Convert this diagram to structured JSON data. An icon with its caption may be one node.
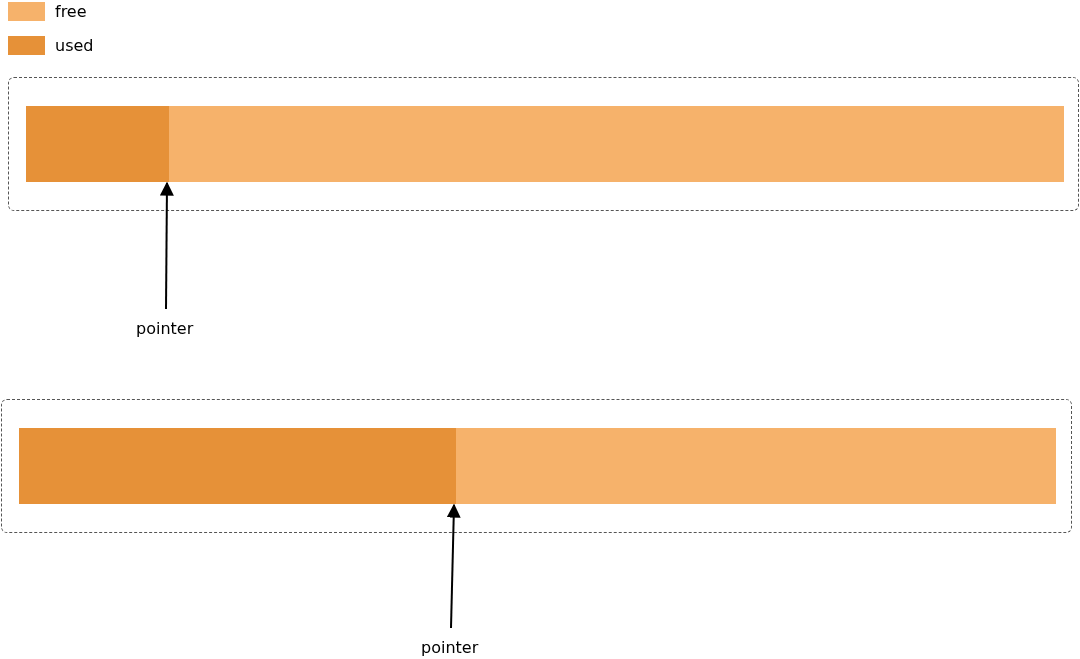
{
  "diagram": {
    "nodes": [
      {
        "text": [],
        "shape": "box"
      },
      {
        "text": [],
        "shape": "bar",
        "in": 0
      },
      {
        "text": [],
        "shape": "bar",
        "in": 0
      },
      {
        "text": [
          "pointer"
        ]
      },
      {
        "text": [],
        "shape": "box"
      },
      {
        "text": [],
        "shape": "bar",
        "in": 4
      },
      {
        "text": [],
        "shape": "bar",
        "in": 4
      },
      {
        "text": [
          "pointer"
        ]
      }
    ],
    "edges": [
      {
        "from": 3,
        "to": 1,
        "arrow": "to"
      },
      {
        "from": 7,
        "to": 5,
        "arrow": "to"
      }
    ],
    "legend": [
      {
        "text": "free",
        "color": "#f6b26b"
      },
      {
        "text": "used",
        "color": "#e69138"
      }
    ]
  }
}
